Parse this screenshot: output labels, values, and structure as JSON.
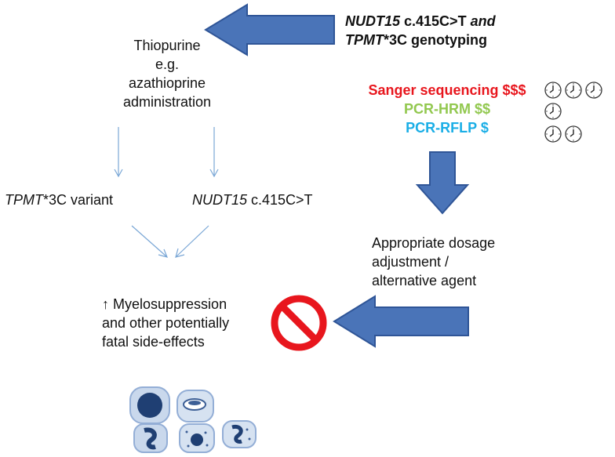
{
  "genotyping": {
    "line1_gene": "NUDT15",
    "line1_rest": " c.415C>T ",
    "line1_and": "and",
    "line2_gene": "TPMT",
    "line2_rest": "*3C genotyping"
  },
  "thiopurine": {
    "line1": "Thiopurine",
    "line2": "e.g.",
    "line3": "azathioprine",
    "line4": "administration"
  },
  "methods": [
    {
      "label": "Sanger sequencing $$$",
      "color": "#e8161d",
      "clocks": 3
    },
    {
      "label": "PCR-HRM $$",
      "color": "#92c84f",
      "clocks": 1
    },
    {
      "label": "PCR-RFLP $",
      "color": "#1aaee6",
      "clocks": 2
    }
  ],
  "variants": {
    "tpmt_gene": "TPMT",
    "tpmt_rest": "*3C variant",
    "nudt_gene": "NUDT15",
    "nudt_rest": " c.415C>T"
  },
  "outcome": {
    "line1": "Appropriate dosage",
    "line2": "adjustment /",
    "line3": "alternative agent"
  },
  "risk": {
    "line1": "↑ Myelosuppression",
    "line2": "and other potentially",
    "line3": "fatal side-effects"
  },
  "colors": {
    "arrow_fill": "#4a74b8",
    "arrow_stroke": "#2f5597",
    "thin_arrow": "#7aa7d6",
    "no_symbol": "#e8161d"
  },
  "icons": {
    "clock": "clock-icon",
    "no_symbol": "prohibition-icon",
    "cells": "blood-cells-icon"
  }
}
